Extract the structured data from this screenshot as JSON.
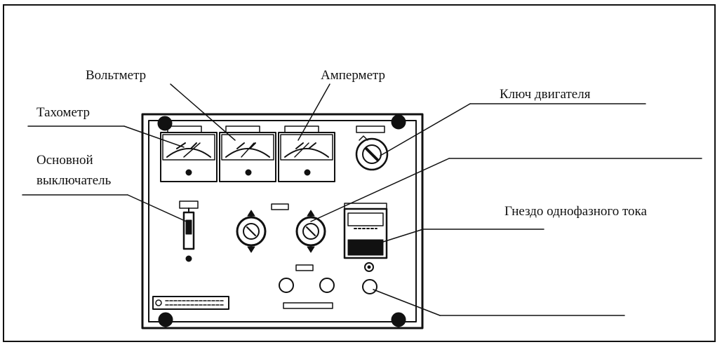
{
  "labels": {
    "voltmeter": "Вольтметр",
    "ammeter": "Амперметр",
    "tachometer": "Тахометр",
    "engine_key": "Ключ двигателя",
    "main_switch_line1": "Основной",
    "main_switch_line2": "выключатель",
    "single_phase_socket": "Гнездо однофазного тока"
  }
}
